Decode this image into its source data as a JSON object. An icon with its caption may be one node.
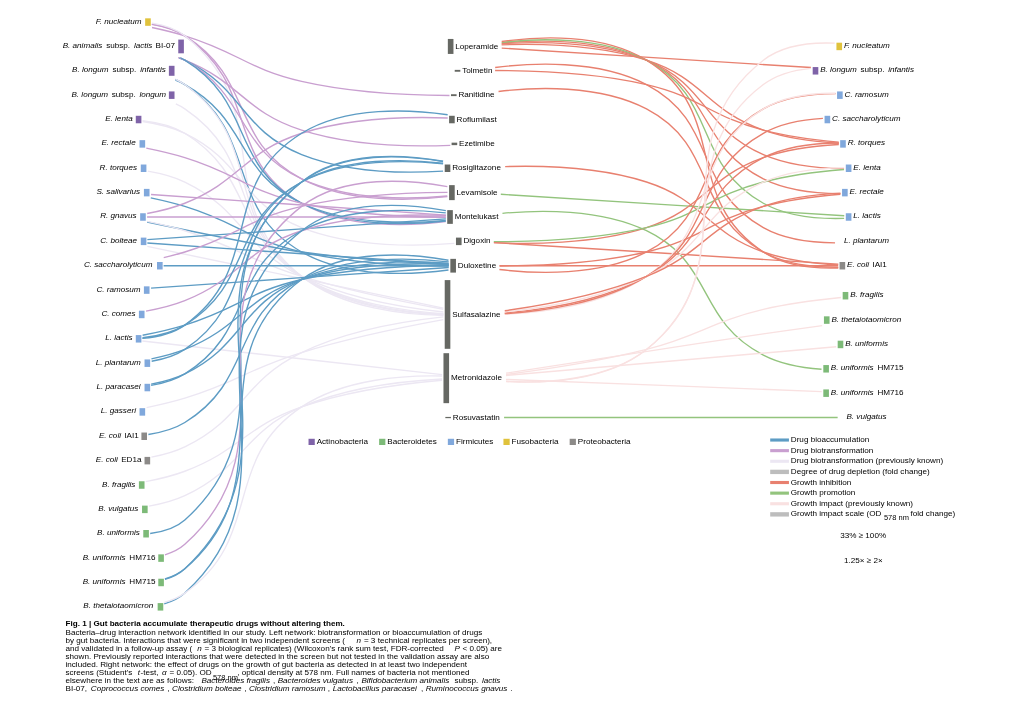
{
  "diagram": {
    "title": "Fig. 1 | Gut bacteria accumulate therapeutic drugs without altering them.",
    "caption": "Bacteria–drug interaction network identified in our study. Left network: biotransformation or bioaccumulation of drugs by gut bacteria. Interactions that were significant in two independent screens (*n* = 3 technical replicates per screen), and validated in a follow-up assay (*n* = 3 biological replicates) (Wilcoxon's rank sum test, FDR-corrected *P* < 0.05) are shown. Previously reported interactions that were detected in the screen but not tested in the validation assay are also included. Right network: the effect of drugs on the growth of gut bacteria as detected in at least two independent screens (Student's *t*-test, *α* = 0.05). OD$_{578 nm}$, optical density at 578 nm. Full names of bacteria not mentioned elsewhere in the text are as follows: *Bacteroides fragilis*, *Bacteroides vulgatus*, *Bifidobacterium animalis* subsp. *lactis* BI-07, *Coprococcus comes*, *Clostridium bolteae*, *Clostridium ramosum*, *Lactobacillus paracasei*, *Ruminococcus gnavus*.",
    "nodes": [
      {
        "text": [
          "F. nucleatum"
        ]
      },
      {
        "text": [
          "*B. animalis* subsp. *lactis* BI-07"
        ]
      },
      {
        "text": [
          "*B. longum* subsp. *infantis*"
        ]
      },
      {
        "text": [
          "*B. longum* subsp. *longum*"
        ]
      },
      {
        "text": [
          "E. lenta"
        ]
      },
      {
        "text": [
          "E. rectale"
        ]
      },
      {
        "text": [
          "R. torques"
        ]
      },
      {
        "text": [
          "S. salivarius"
        ]
      },
      {
        "text": [
          "R. gnavus"
        ]
      },
      {
        "text": [
          "C. bolteae"
        ]
      },
      {
        "text": [
          "C. saccharolyticum"
        ]
      },
      {
        "text": [
          "C. ramosum"
        ]
      },
      {
        "text": [
          "C. comes"
        ]
      },
      {
        "text": [
          "L. lactis"
        ]
      },
      {
        "text": [
          "L. plantarum"
        ]
      },
      {
        "text": [
          "L. paracasei"
        ]
      },
      {
        "text": [
          "L. gasseri"
        ]
      },
      {
        "text": [
          "*E. coli* IAI1"
        ]
      },
      {
        "text": [
          "*E. coli* ED1a"
        ]
      },
      {
        "text": [
          "B. fragilis"
        ]
      },
      {
        "text": [
          "B. vulgatus"
        ]
      },
      {
        "text": [
          "B. uniformis"
        ]
      },
      {
        "text": [
          "*B. uniformis* HM716"
        ]
      },
      {
        "text": [
          "*B. uniformis* HM715"
        ]
      },
      {
        "text": [
          "B. thetaiotaomicron"
        ]
      },
      {
        "text": [
          "Loperamide"
        ]
      },
      {
        "text": [
          "Tolmetin"
        ]
      },
      {
        "text": [
          "Ranitidine"
        ]
      },
      {
        "text": [
          "Roflumilast"
        ]
      },
      {
        "text": [
          "Ezetimibe"
        ]
      },
      {
        "text": [
          "Rosiglitazone"
        ]
      },
      {
        "text": [
          "Levamisole"
        ]
      },
      {
        "text": [
          "Montelukast"
        ]
      },
      {
        "text": [
          "Digoxin"
        ]
      },
      {
        "text": [
          "Duloxetine"
        ]
      },
      {
        "text": [
          "Sulfasalazine"
        ]
      },
      {
        "text": [
          "Metronidazole"
        ]
      },
      {
        "text": [
          "Rosuvastatin"
        ]
      },
      {
        "text": [
          "F. nucleatum"
        ]
      },
      {
        "text": [
          "*B. longum* subsp. *infantis*"
        ]
      },
      {
        "text": [
          "C. ramosum"
        ]
      },
      {
        "text": [
          "C. saccharolyticum"
        ]
      },
      {
        "text": [
          "R. torques"
        ]
      },
      {
        "text": [
          "E. lenta"
        ]
      },
      {
        "text": [
          "E. rectale"
        ]
      },
      {
        "text": [
          "L. lactis"
        ]
      },
      {
        "text": [
          "L. plantarum"
        ]
      },
      {
        "text": [
          "*E. coli* IAI1"
        ]
      },
      {
        "text": [
          "B. fragilis"
        ]
      },
      {
        "text": [
          "B. thetaiotaomicron"
        ]
      },
      {
        "text": [
          "B. uniformis"
        ]
      },
      {
        "text": [
          "*B. uniformis* HM715"
        ]
      },
      {
        "text": [
          "*B. uniformis* HM716"
        ]
      },
      {
        "text": [
          "B. vulgatus"
        ]
      }
    ],
    "edges": [
      {
        "from": 0,
        "to": 27,
        "arrow": "none",
        "color": "#c99fd0"
      },
      {
        "from": 0,
        "to": 31,
        "arrow": "none",
        "color": "#c99fd0"
      },
      {
        "from": 0,
        "to": 32,
        "arrow": "none",
        "color": "#c99fd0"
      },
      {
        "from": 0,
        "to": 35,
        "arrow": "none",
        "color": "#ece7f3"
      },
      {
        "from": 1,
        "to": 29,
        "arrow": "none",
        "color": "#c99fd0"
      },
      {
        "from": 1,
        "to": 31,
        "arrow": "none",
        "color": "#c99fd0"
      },
      {
        "from": 1,
        "to": 30,
        "arrow": "none"
      },
      {
        "from": 1,
        "to": 32,
        "arrow": "none"
      },
      {
        "from": 2,
        "to": 34,
        "arrow": "none"
      },
      {
        "from": 2,
        "to": 32,
        "arrow": "none"
      },
      {
        "from": 2,
        "to": 35,
        "arrow": "none",
        "color": "#ece7f3"
      },
      {
        "from": 3,
        "to": 35,
        "arrow": "none",
        "color": "#ece7f3"
      },
      {
        "from": 4,
        "to": 33,
        "arrow": "none",
        "color": "#ece7f3"
      },
      {
        "from": 4,
        "to": 35,
        "arrow": "none",
        "color": "#ece7f3"
      },
      {
        "from": 5,
        "to": 32,
        "arrow": "none",
        "color": "#c99fd0"
      },
      {
        "from": 6,
        "to": 35,
        "arrow": "none",
        "color": "#ece7f3"
      },
      {
        "from": 7,
        "to": 32,
        "arrow": "none",
        "color": "#c99fd0"
      },
      {
        "from": 7,
        "to": 34,
        "arrow": "none"
      },
      {
        "from": 8,
        "to": 28,
        "arrow": "none",
        "color": "#c99fd0"
      },
      {
        "from": 8,
        "to": 32,
        "arrow": "none",
        "color": "#c99fd0"
      },
      {
        "from": 8,
        "to": 34,
        "arrow": "none"
      },
      {
        "from": 8,
        "to": 35,
        "arrow": "none",
        "color": "#ece7f3"
      },
      {
        "from": 9,
        "to": 32,
        "arrow": "none"
      },
      {
        "from": 9,
        "to": 34,
        "arrow": "none"
      },
      {
        "from": 9,
        "to": 35,
        "arrow": "none",
        "color": "#ece7f3"
      },
      {
        "from": 10,
        "to": 31,
        "arrow": "none",
        "color": "#c99fd0"
      },
      {
        "from": 10,
        "to": 34,
        "arrow": "none"
      },
      {
        "from": 11,
        "to": 34,
        "arrow": "none"
      },
      {
        "from": 12,
        "to": 32,
        "arrow": "none",
        "color": "#c99fd0"
      },
      {
        "from": 13,
        "to": 28,
        "arrow": "none"
      },
      {
        "from": 13,
        "to": 30,
        "arrow": "none"
      },
      {
        "from": 13,
        "to": 34,
        "arrow": "none"
      },
      {
        "from": 13,
        "to": 36,
        "arrow": "none",
        "color": "#ece7f3"
      },
      {
        "from": 14,
        "to": 34,
        "arrow": "none"
      },
      {
        "from": 14,
        "to": 30,
        "arrow": "none"
      },
      {
        "from": 15,
        "to": 34,
        "arrow": "none"
      },
      {
        "from": 15,
        "to": 32,
        "arrow": "none"
      },
      {
        "from": 16,
        "to": 35,
        "arrow": "none",
        "color": "#ece7f3"
      },
      {
        "from": 17,
        "to": 34,
        "arrow": "none"
      },
      {
        "from": 18,
        "to": 35,
        "arrow": "none",
        "color": "#ece7f3"
      },
      {
        "from": 19,
        "to": 36,
        "arrow": "none",
        "color": "#ece7f3"
      },
      {
        "from": 20,
        "to": 36,
        "arrow": "none",
        "color": "#ece7f3"
      },
      {
        "from": 21,
        "to": 30,
        "arrow": "none"
      },
      {
        "from": 22,
        "to": 31,
        "arrow": "none",
        "color": "#c99fd0"
      },
      {
        "from": 23,
        "to": 34,
        "arrow": "none"
      },
      {
        "from": 23,
        "to": 30,
        "arrow": "none"
      },
      {
        "from": 24,
        "to": 32,
        "arrow": "none"
      },
      {
        "from": 24,
        "to": 36,
        "arrow": "none",
        "color": "#ece7f3"
      },
      {
        "from": 25,
        "to": 39,
        "arrow": "none",
        "color": "#e8806f"
      },
      {
        "from": 25,
        "to": 42,
        "arrow": "none",
        "color": "#e8806f"
      },
      {
        "from": 25,
        "to": 43,
        "arrow": "none",
        "color": "#e8806f"
      },
      {
        "from": 25,
        "to": 44,
        "arrow": "none",
        "color": "#e8806f"
      },
      {
        "from": 25,
        "to": 47,
        "arrow": "none",
        "color": "#e8806f"
      },
      {
        "from": 25,
        "to": 45,
        "arrow": "none",
        "color": "#93c47d"
      },
      {
        "from": 26,
        "to": 42,
        "arrow": "none",
        "color": "#e8806f"
      },
      {
        "from": 26,
        "to": 46,
        "arrow": "none",
        "color": "#e8806f"
      },
      {
        "from": 27,
        "to": 47,
        "arrow": "none",
        "color": "#e8806f"
      },
      {
        "from": 30,
        "to": 47,
        "arrow": "none",
        "color": "#e8806f"
      },
      {
        "from": 31,
        "to": 45,
        "arrow": "none",
        "color": "#93c47d"
      },
      {
        "from": 32,
        "to": 51,
        "arrow": "none",
        "color": "#93c47d"
      },
      {
        "from": 33,
        "to": 42,
        "arrow": "none",
        "color": "#e8806f"
      },
      {
        "from": 33,
        "to": 43,
        "arrow": "none",
        "color": "#93c47d"
      },
      {
        "from": 33,
        "to": 47,
        "arrow": "none",
        "color": "#e8806f"
      },
      {
        "from": 34,
        "to": 44,
        "arrow": "none",
        "color": "#e8806f"
      },
      {
        "from": 34,
        "to": 40,
        "arrow": "none",
        "color": "#e8806f"
      },
      {
        "from": 34,
        "to": 47,
        "arrow": "none",
        "color": "#e8806f"
      },
      {
        "from": 35,
        "to": 42,
        "arrow": "none",
        "color": "#e8806f"
      },
      {
        "from": 35,
        "to": 44,
        "arrow": "none",
        "color": "#e8806f"
      },
      {
        "from": 35,
        "to": 41,
        "arrow": "none",
        "color": "#e8806f"
      },
      {
        "from": 35,
        "to": 40,
        "arrow": "none",
        "color": "#f9e1e1"
      },
      {
        "from": 35,
        "to": 43,
        "arrow": "none",
        "color": "#f9e1e1"
      },
      {
        "from": 36,
        "to": 38,
        "arrow": "none",
        "color": "#f9e1e1"
      },
      {
        "from": 36,
        "to": 39,
        "arrow": "none",
        "color": "#f9e1e1"
      },
      {
        "from": 36,
        "to": 48,
        "arrow": "none",
        "color": "#f9e1e1"
      },
      {
        "from": 36,
        "to": 49,
        "arrow": "none",
        "color": "#f9e1e1"
      },
      {
        "from": 36,
        "to": 50,
        "arrow": "none",
        "color": "#f9e1e1"
      },
      {
        "from": 36,
        "to": 52,
        "arrow": "none",
        "color": "#f9e1e1"
      },
      {
        "from": 37,
        "to": 53,
        "arrow": "none",
        "color": "#93c47d"
      }
    ],
    "labels": [
      "33% ≥ 100%",
      "1.25× ≥ 2×"
    ],
    "legend": [
      {
        "text": "Drug bioaccumulation",
        "color": "#5d9cc4"
      },
      {
        "text": "Drug biotransformation",
        "color": "#c99fd0"
      },
      {
        "text": "Drug biotransformation (previously known)",
        "color": "#ece7f3"
      },
      {
        "text": "Degree of drug depletion (fold change)"
      },
      {
        "text": "Growth inhibition",
        "color": "#e8806f"
      },
      {
        "text": "Growth promotion",
        "color": "#93c47d"
      },
      {
        "text": "Growth impact (previously known)",
        "color": "#f9e1e1"
      },
      {
        "text": "Growth impact scale (OD$_{578 nm}$ fold change)"
      },
      {
        "text": "Actinobacteria",
        "color": "#7f63a8"
      },
      {
        "text": "Bacteroidetes",
        "color": "#7dba78"
      },
      {
        "text": "Firmicutes",
        "color": "#80a8dc"
      },
      {
        "text": "Fusobacteria",
        "color": "#e0c23c"
      },
      {
        "text": "Proteobacteria",
        "color": "#8c8a88"
      }
    ]
  }
}
